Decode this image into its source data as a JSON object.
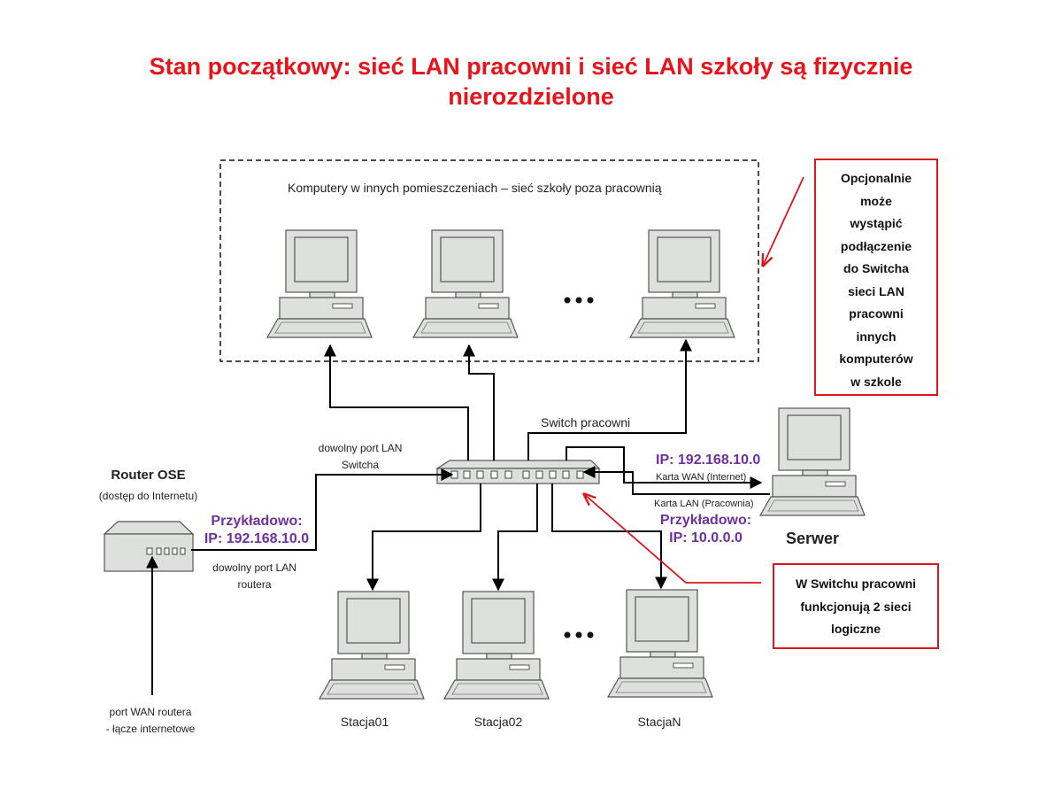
{
  "title": {
    "line1": "Stan początkowy: sieć LAN pracowni i sieć LAN szkoły są fizycznie",
    "line2": "nierozdzielone"
  },
  "school_box": {
    "label": "Komputery w innych pomieszczeniach – sieć szkoły poza pracownią"
  },
  "ellipsis": "•••",
  "switch": {
    "label": "Switch pracowni"
  },
  "router": {
    "name": "Router OSE",
    "subtitle": "(dostęp do Internetu)",
    "ip_prefix": "Przykładowo:",
    "ip": "IP: 192.168.10.0",
    "lan_port_line1": "dowolny port LAN",
    "lan_port_line2": "routera",
    "wan_port_line1": "port WAN routera",
    "wan_port_line2": "- łącze internetowe"
  },
  "switch_port": {
    "line1": "dowolny port LAN",
    "line2": "Switcha"
  },
  "server": {
    "name": "Serwer",
    "wan_ip": "IP: 192.168.10.0",
    "wan_card": "Karta WAN (Internet)",
    "lan_card": "Karta LAN (Pracownia)",
    "lan_ip_prefix": "Przykładowo:",
    "lan_ip": "IP: 10.0.0.0"
  },
  "stations": [
    "Stacja01",
    "Stacja02",
    "StacjaN"
  ],
  "note_optional": [
    "Opcjonalnie",
    "może",
    "wystąpić",
    "podłączenie",
    "do Switcha",
    "sieci LAN",
    "pracowni",
    "innych",
    "komputerów",
    "w szkole"
  ],
  "note_logical": [
    "W Switchu pracowni",
    "funkcjonują 2 sieci",
    "logiczne"
  ],
  "colors": {
    "title": "#e8141b",
    "ip_text": "#7030a0",
    "note_border": "#d9161c",
    "computer_fill": "#dde0dd",
    "computer_stroke": "#555555"
  }
}
